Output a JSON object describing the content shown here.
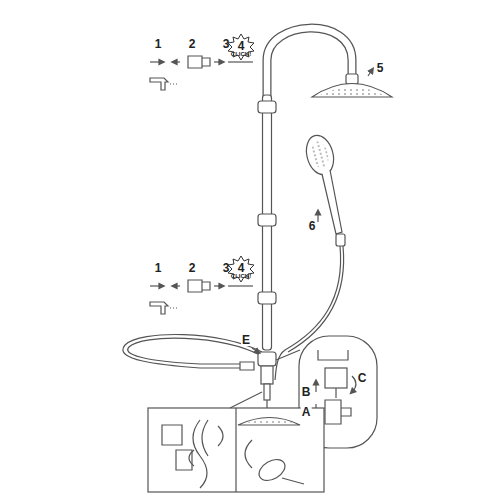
{
  "diagram": {
    "labels": [
      "1",
      "2",
      "3",
      "4",
      "CLICK!",
      "5",
      "6",
      "1",
      "2",
      "3",
      "4",
      "CLICK!",
      "E",
      "B",
      "C",
      "A"
    ]
  }
}
